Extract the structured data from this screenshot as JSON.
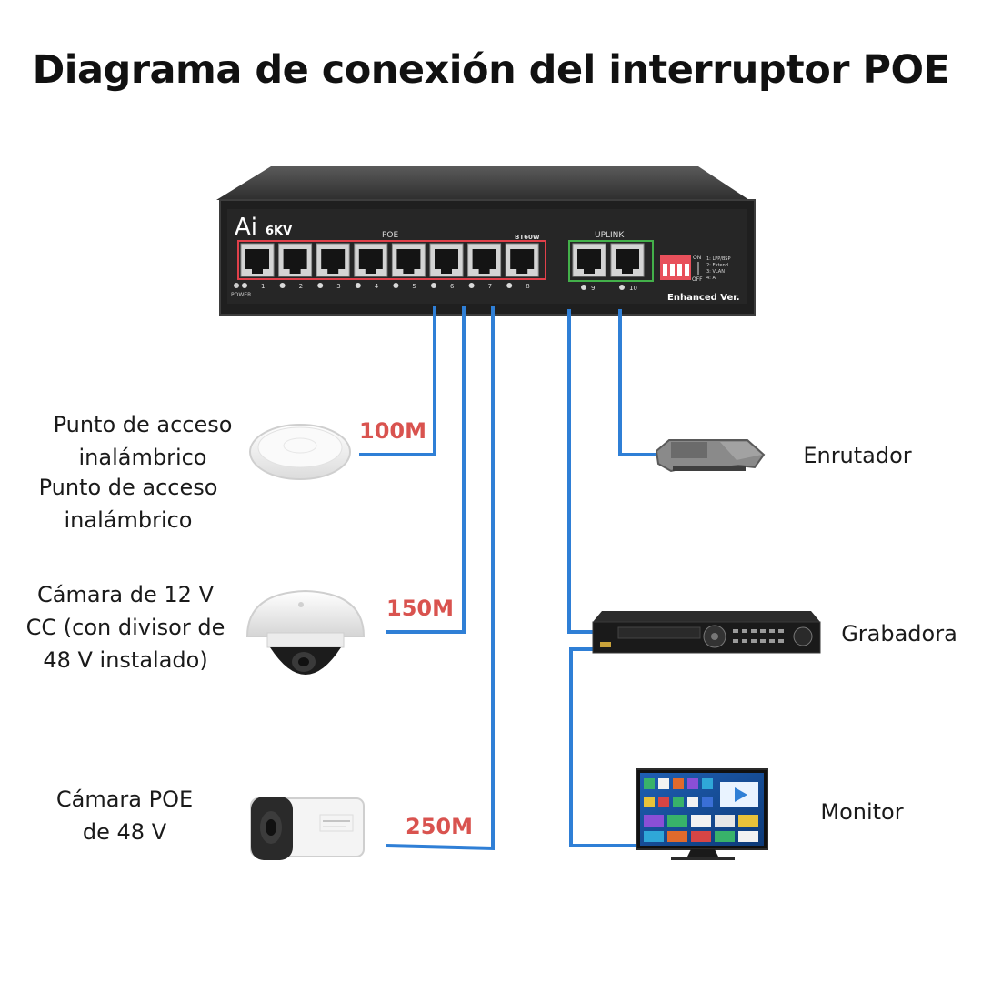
{
  "title": "Diagrama de conexión del interruptor POE",
  "switch": {
    "brand_ai": "Ai",
    "brand_kv": "6KV",
    "poe_label": "POE",
    "bt_label": "BT60W",
    "uplink_label": "UPLINK",
    "power_label": "POWER",
    "enhanced_label": "Enhanced Ver.",
    "dip_on": "ON",
    "dip_off": "OFF",
    "dip_options": [
      "1: LPP/BSP",
      "2: Extend",
      "3: VLAN",
      "4: AI"
    ],
    "port_numbers": [
      "1",
      "2",
      "3",
      "4",
      "5",
      "6",
      "7",
      "8"
    ],
    "uplink_port_numbers": [
      "9",
      "10"
    ]
  },
  "devices": {
    "access_point_label_1": "Punto de acceso inalámbrico",
    "access_point_label_2": "Punto de acceso inalámbrico",
    "dome_camera_label": "Cámara de 12 V CC (con divisor de 48 V instalado)",
    "bullet_camera_label": "Cámara POE de 48 V",
    "router_label": "Enrutador",
    "recorder_label": "Grabadora",
    "monitor_label": "Monitor"
  },
  "speeds": {
    "ap": "100M",
    "dome": "150M",
    "bullet": "250M"
  },
  "colors": {
    "cable": "#2f7fd6",
    "speed_text": "#d9534f",
    "poe_frame": "#e0404a",
    "uplink_frame": "#43b04a"
  }
}
